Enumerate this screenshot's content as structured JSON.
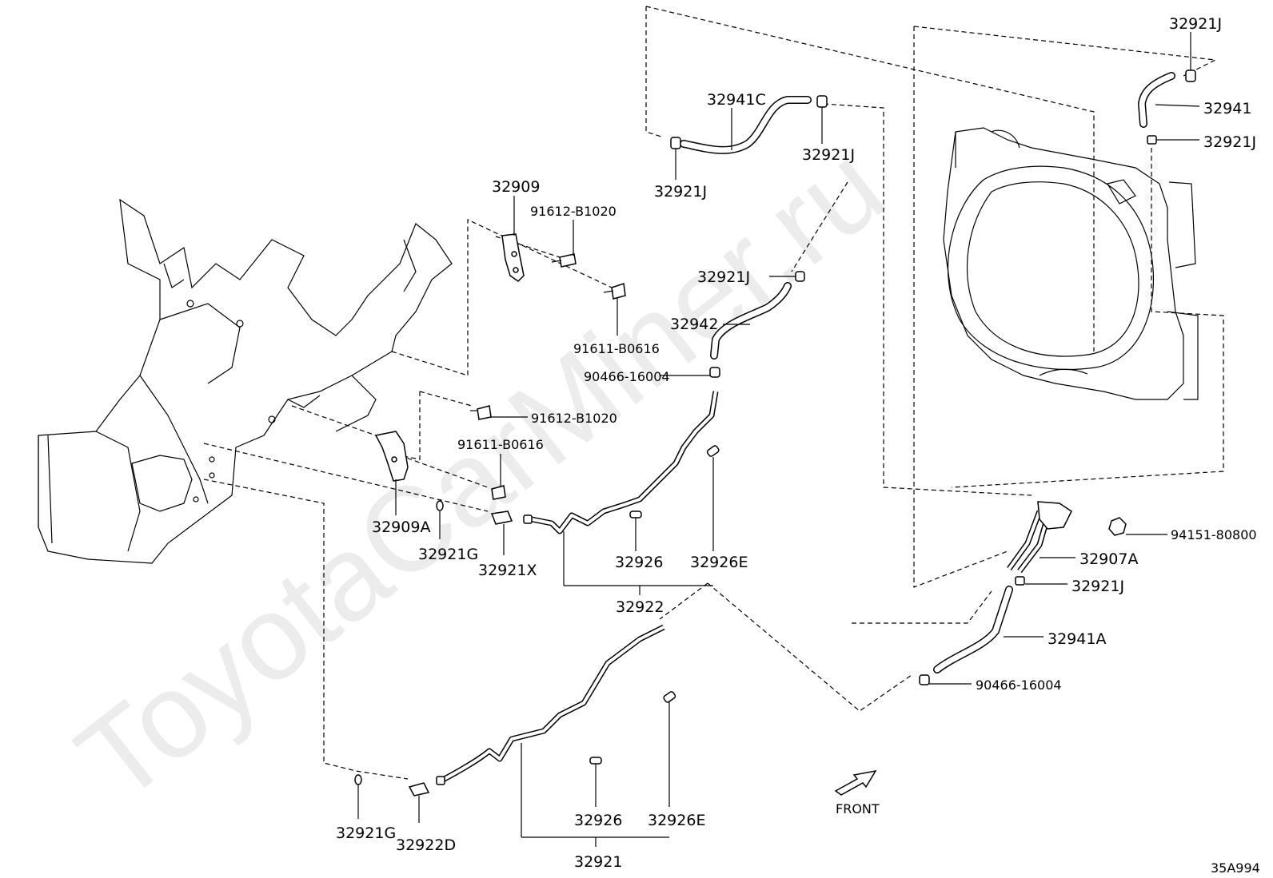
{
  "diagram": {
    "watermark": "ToyotaCarMiner.ru",
    "front_label": "FRONT",
    "drawing_code": "35A994",
    "part_labels": {
      "p32921J_topright": "32921J",
      "p32941": "32941",
      "p32921J_right2": "32921J",
      "p32941C": "32941C",
      "p32921J_c1": "32921J",
      "p32921J_c2": "32921J",
      "p32909": "32909",
      "p91612_top": "91612-B1020",
      "p91611_top": "91611-B0616",
      "p32921J_mid": "32921J",
      "p32942": "32942",
      "p90466_mid": "90466-16004",
      "p91612_mid": "91612-B1020",
      "p91611_mid": "91611-B0616",
      "p32909A": "32909A",
      "p32921G_mid": "32921G",
      "p32921X": "32921X",
      "p32926_mid": "32926",
      "p32926E_mid": "32926E",
      "p32922": "32922",
      "p94151": "94151-80800",
      "p32907A": "32907A",
      "p32921J_right3": "32921J",
      "p32941A": "32941A",
      "p90466_right": "90466-16004",
      "p32921G_bot": "32921G",
      "p32922D": "32922D",
      "p32926_bot": "32926",
      "p32926E_bot": "32926E",
      "p32921": "32921"
    }
  }
}
